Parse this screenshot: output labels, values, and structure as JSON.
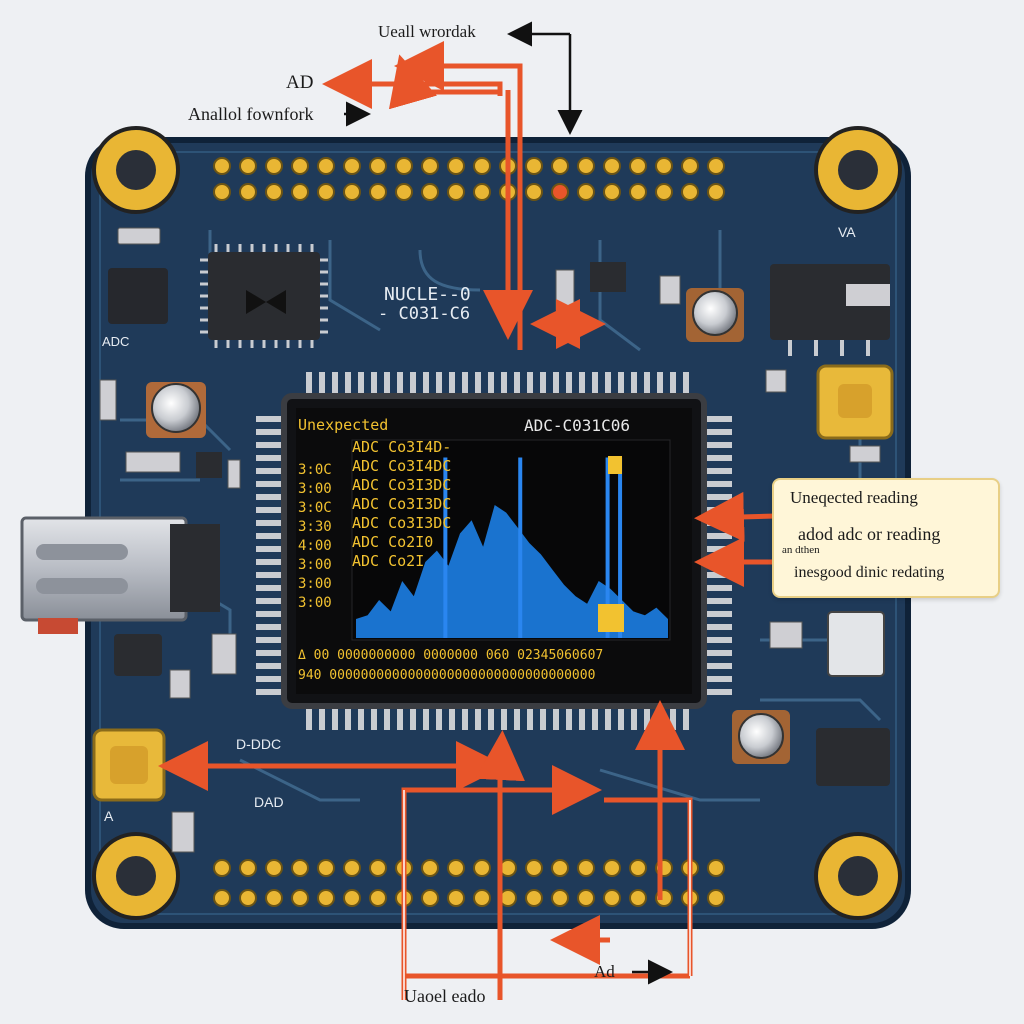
{
  "labels": {
    "top_right": "Ueall wrordak",
    "top_mid": "AD",
    "top_left": "Anallol fownfork",
    "bottom_left": "Uaoel eado",
    "bottom_right": "Ad",
    "left_side": "D-DDC",
    "left_a": "A",
    "dad": "DAD",
    "v_label": "VA"
  },
  "board": {
    "silkscreen_title": "NUCLE--0",
    "silkscreen_sub": "- C031-C6",
    "chip_label": "ADC"
  },
  "screen": {
    "title_left": "Unexpected",
    "title_right": "ADC-C031C06",
    "rows": [
      "ADC Co3I4D-",
      "ADC Co3I4DC",
      "ADC Co3I3DC",
      "ADC Co3I3DC",
      "ADC Co3I3DC",
      "ADC Co2I0",
      "ADC Co2I"
    ],
    "row_labels": [
      "3:0C",
      "3:00",
      "3:0C",
      "3:30",
      "4:00",
      "3:00",
      "3:00",
      "3:00"
    ],
    "footer_1": "Δ 00 0000000000 0000000 060 02345060607",
    "footer_2": "940 0000000000000000000000000000000000",
    "spectrum": [
      0.1,
      0.12,
      0.2,
      0.14,
      0.3,
      0.22,
      0.4,
      0.46,
      0.38,
      0.55,
      0.62,
      0.48,
      0.7,
      0.66,
      0.58,
      0.5,
      0.44,
      0.36,
      0.28,
      0.22,
      0.18,
      0.3,
      0.26,
      0.2,
      0.14,
      0.12,
      0.16,
      0.1
    ],
    "spike_positions": [
      0.28,
      0.52,
      0.8,
      0.84
    ]
  },
  "note": {
    "line1": "Uneqected reading",
    "line2": "adod adc or reading",
    "line3": "an dthen",
    "line4": "inesgood dinic redating"
  },
  "colors": {
    "pcb": "#233f5f",
    "trace": "#3c6488",
    "pad": "#e8b93a",
    "arrow_orange": "#e8552a",
    "screen_bg": "#0b0b0c",
    "signal_blue": "#1d7fe6"
  }
}
